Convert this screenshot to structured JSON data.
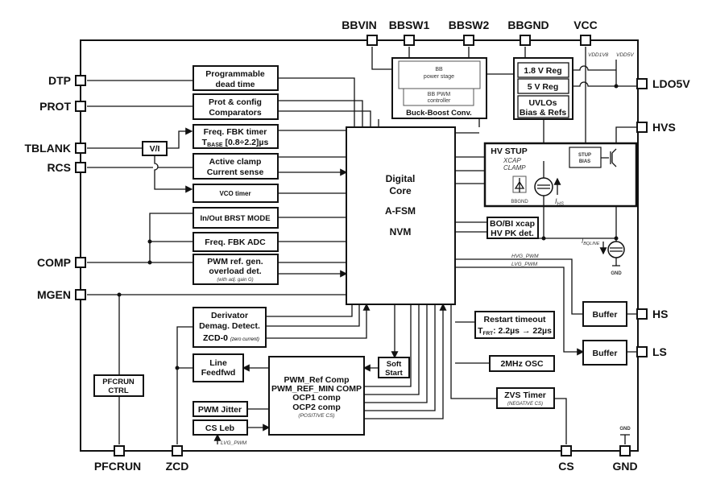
{
  "pins": {
    "dtp": "DTP",
    "prot": "PROT",
    "tblank": "TBLANK",
    "rcs": "RCS",
    "comp": "COMP",
    "mgen": "MGEN",
    "bbvin": "BBVIN",
    "bbsw1": "BBSW1",
    "bbsw2": "BBSW2",
    "bbgnd": "BBGND",
    "vcc": "VCC",
    "ldo5v": "LDO5V",
    "hvs": "HVS",
    "hs": "HS",
    "ls": "LS",
    "pfcrun": "PFCRUN",
    "zcd": "ZCD",
    "cs": "CS",
    "gnd": "GND"
  },
  "blocks": {
    "dead_time": [
      "Programmable",
      "dead time"
    ],
    "prot_comp": [
      "Prot & config",
      "Comparators"
    ],
    "freq_fbk_timer": [
      "Freq. FBK timer",
      "T",
      "BASE",
      " [0.8÷2.2]µs"
    ],
    "vi": "V/I",
    "active_clamp": [
      "Active clamp",
      "Current sense"
    ],
    "vco_timer": "VCO timer",
    "brst_mode": "In/Out BRST MODE",
    "freq_fbk_adc": "Freq. FBK ADC",
    "pwm_ref_gen": [
      "PWM ref. gen.",
      "overload det.",
      "(with adj. gain G",
      ")"
    ],
    "digital_core": [
      "Digital",
      "Core",
      "A-FSM",
      "NVM"
    ],
    "buck_boost": {
      "title": "Buck-Boost Conv.",
      "power_stage": [
        "BB",
        "power stage"
      ],
      "pwm_controller": [
        "BB PWM",
        "controller"
      ]
    },
    "reg_1v8": "1.8 V Reg",
    "reg_5v": "5 V Reg",
    "uvlos": [
      "UVLOs",
      "Bias & Refs"
    ],
    "vdd1v8": "VDD1V8",
    "vdd5v": "VDD5V",
    "hv_stup": {
      "title": "HV STUP",
      "xcap": [
        "XCAP",
        "CLAMP"
      ],
      "bbgnd": "BBGND",
      "ihs": "I",
      "ihs_sub": "HS",
      "stup_bias": [
        "STUP",
        "BIAS"
      ]
    },
    "bo_bi": [
      "BO/BI xcap",
      "HV PK det."
    ],
    "ibqline": "I",
    "ibqline_sub": "BQLINE",
    "gnd_label": "GND",
    "hvg_pwm": "HVG_PWM",
    "lvg_pwm": "LVG_PWM",
    "buffer_hs": "Buffer",
    "buffer_ls": "Buffer",
    "restart": [
      "Restart timeout",
      "T",
      "FRT",
      ": 2.2µs → 22µs"
    ],
    "osc": "2MHz OSC",
    "zvs": [
      "ZVS Timer",
      "(NEGATIVE CS)"
    ],
    "soft_start": [
      "Soft",
      "Start"
    ],
    "derivator": [
      "Derivator",
      "Demag. Detect.",
      "ZCD-0",
      "(zero current)"
    ],
    "line_ffwd": [
      "Line",
      "Feedfwd"
    ],
    "pwm_comp": [
      "PWM_Ref Comp",
      "PWM_REF_MIN COMP",
      "OCP1 comp",
      "OCP2 comp",
      "(POSITIVE CS)"
    ],
    "pwm_jitter": "PWM Jitter",
    "cs_leb": "CS Leb",
    "cs_leb_lvg": "LVG_PWM",
    "pfcrun_ctrl": [
      "PFCRUN",
      "CTRL"
    ],
    "gnd_top": "GND"
  }
}
